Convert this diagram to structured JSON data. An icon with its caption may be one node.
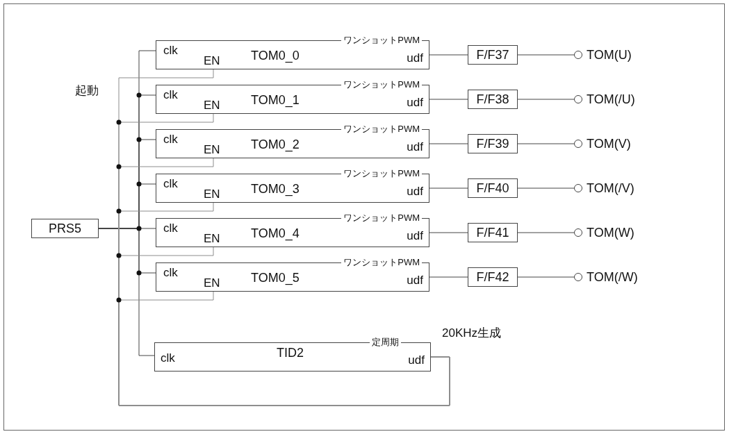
{
  "diagram": {
    "nodes": [
      {
        "text": [
          "PRS5"
        ]
      },
      {
        "text": [
          "ワンショットPWM",
          "clk",
          "EN",
          "TOM0_0",
          "udf"
        ]
      },
      {
        "text": [
          "ワンショットPWM",
          "clk",
          "EN",
          "TOM0_1",
          "udf"
        ]
      },
      {
        "text": [
          "ワンショットPWM",
          "clk",
          "EN",
          "TOM0_2",
          "udf"
        ]
      },
      {
        "text": [
          "ワンショットPWM",
          "clk",
          "EN",
          "TOM0_3",
          "udf"
        ]
      },
      {
        "text": [
          "ワンショットPWM",
          "clk",
          "EN",
          "TOM0_4",
          "udf"
        ]
      },
      {
        "text": [
          "ワンショットPWM",
          "clk",
          "EN",
          "TOM0_5",
          "udf"
        ]
      },
      {
        "text": [
          "定周期",
          "clk",
          "TID2",
          "udf"
        ],
        "beside": [
          "20KHz生成"
        ]
      },
      {
        "text": [
          "F/F37"
        ]
      },
      {
        "text": [
          "F/F38"
        ]
      },
      {
        "text": [
          "F/F39"
        ]
      },
      {
        "text": [
          "F/F40"
        ]
      },
      {
        "text": [
          "F/F41"
        ]
      },
      {
        "text": [
          "F/F42"
        ]
      },
      {
        "text": [],
        "shape": "circle",
        "beside": [
          "TOM(U)"
        ]
      },
      {
        "text": [],
        "shape": "circle",
        "beside": [
          "TOM(/U)"
        ]
      },
      {
        "text": [],
        "shape": "circle",
        "beside": [
          "TOM(V)"
        ]
      },
      {
        "text": [],
        "shape": "circle",
        "beside": [
          "TOM(/V)"
        ]
      },
      {
        "text": [],
        "shape": "circle",
        "beside": [
          "TOM(W)"
        ]
      },
      {
        "text": [],
        "shape": "circle",
        "beside": [
          "TOM(/W)"
        ]
      }
    ],
    "edges": [
      {
        "from": 0,
        "to": 1,
        "arrow": "none"
      },
      {
        "from": 0,
        "to": 2,
        "arrow": "none"
      },
      {
        "from": 0,
        "to": 3,
        "arrow": "none"
      },
      {
        "from": 0,
        "to": 4,
        "arrow": "none"
      },
      {
        "from": 0,
        "to": 5,
        "arrow": "none"
      },
      {
        "from": 0,
        "to": 6,
        "arrow": "none"
      },
      {
        "from": 0,
        "to": 7,
        "arrow": "none"
      },
      {
        "from": 7,
        "to": 1,
        "arrow": "none",
        "color": "#8c8c8c"
      },
      {
        "from": 7,
        "to": 2,
        "arrow": "none",
        "color": "#8c8c8c"
      },
      {
        "from": 7,
        "to": 3,
        "arrow": "none",
        "color": "#8c8c8c"
      },
      {
        "from": 7,
        "to": 4,
        "arrow": "none",
        "color": "#8c8c8c"
      },
      {
        "from": 7,
        "to": 5,
        "arrow": "none",
        "color": "#8c8c8c"
      },
      {
        "from": 7,
        "to": 6,
        "arrow": "none",
        "color": "#8c8c8c"
      },
      {
        "from": 1,
        "to": 8,
        "arrow": "none"
      },
      {
        "from": 2,
        "to": 9,
        "arrow": "none"
      },
      {
        "from": 3,
        "to": 10,
        "arrow": "none"
      },
      {
        "from": 4,
        "to": 11,
        "arrow": "none"
      },
      {
        "from": 5,
        "to": 12,
        "arrow": "none"
      },
      {
        "from": 6,
        "to": 13,
        "arrow": "none"
      },
      {
        "from": 8,
        "to": 14,
        "arrow": "none"
      },
      {
        "from": 9,
        "to": 15,
        "arrow": "none"
      },
      {
        "from": 10,
        "to": 16,
        "arrow": "none"
      },
      {
        "from": 11,
        "to": 17,
        "arrow": "none"
      },
      {
        "from": 12,
        "to": 18,
        "arrow": "none"
      },
      {
        "from": 13,
        "to": 19,
        "arrow": "none"
      }
    ],
    "labels": [
      "起動"
    ]
  }
}
